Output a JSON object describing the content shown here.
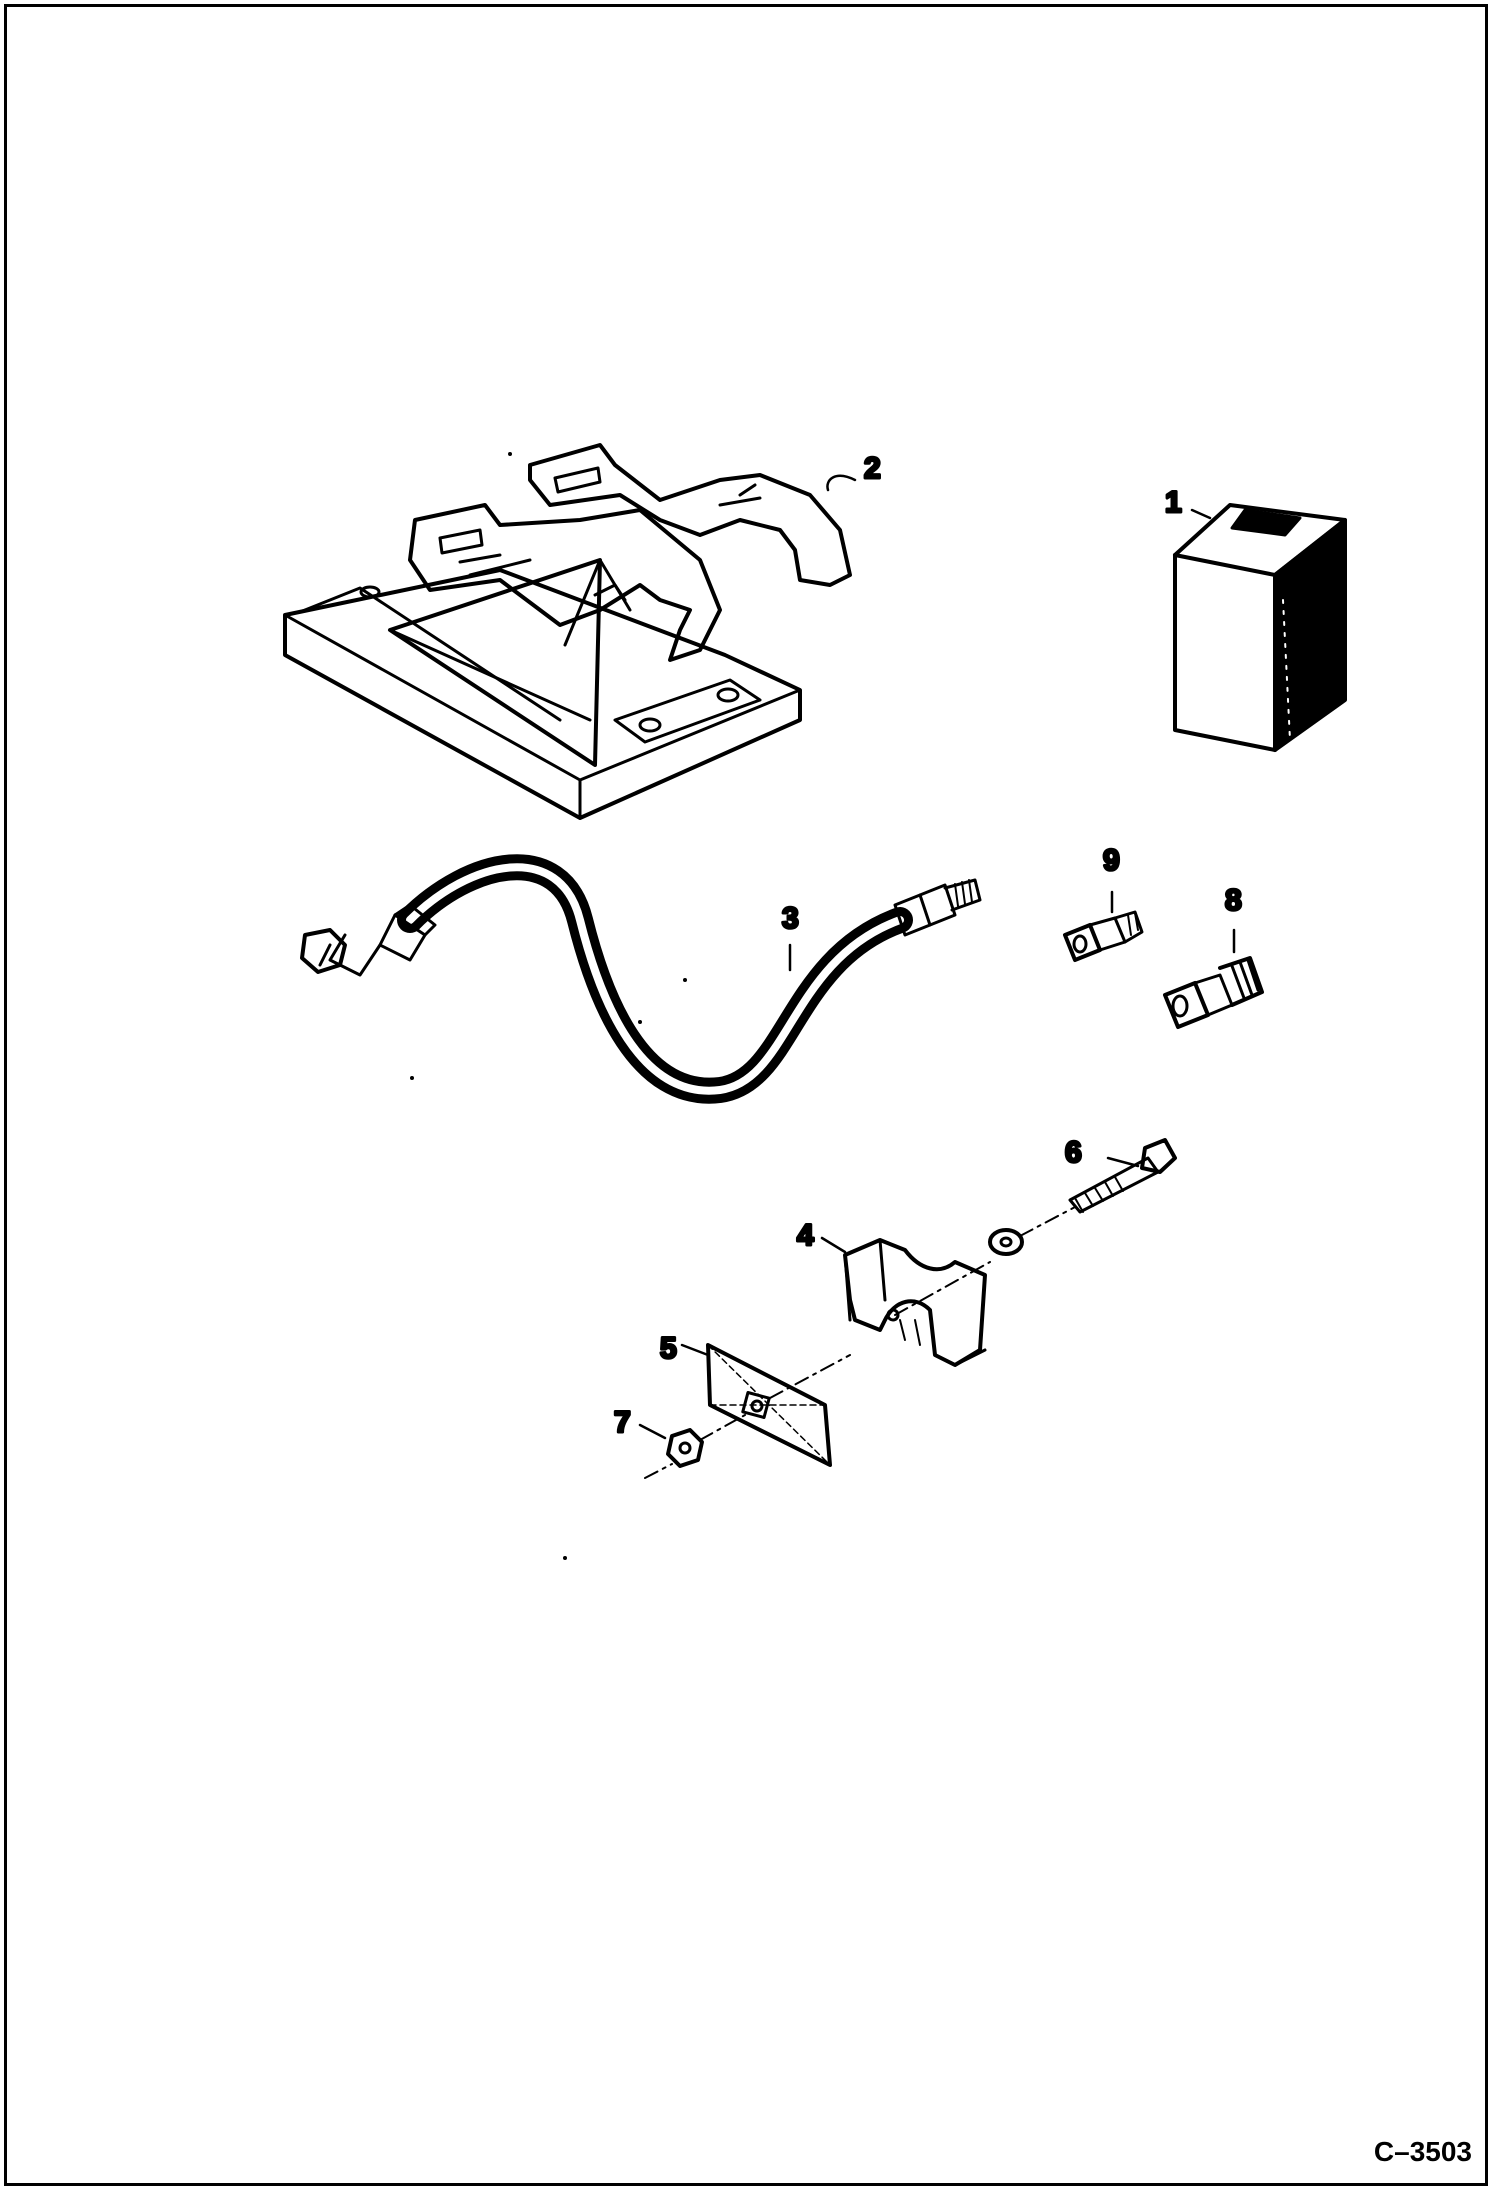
{
  "figure_code": "C–3503",
  "callouts": {
    "c1": "1",
    "c2": "2",
    "c3": "3",
    "c4": "4",
    "c5": "5",
    "c6": "6",
    "c7": "7",
    "c8": "8",
    "c9": "9"
  },
  "colors": {
    "ink": "#000000",
    "paper": "#ffffff"
  }
}
